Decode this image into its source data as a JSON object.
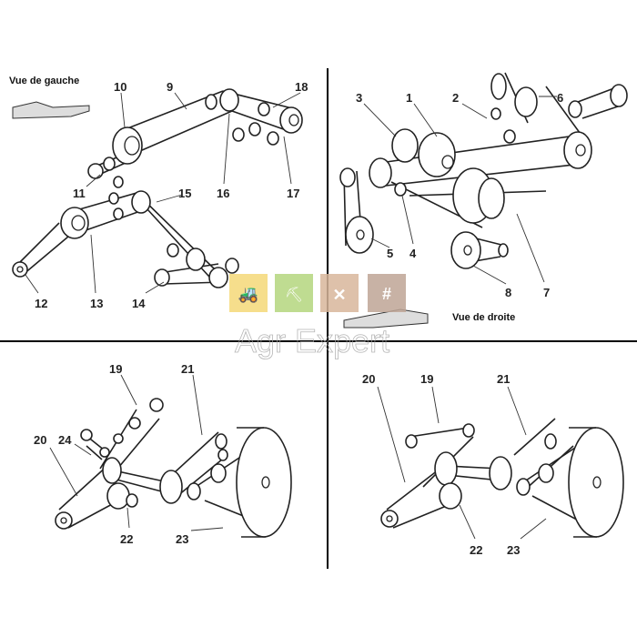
{
  "views": {
    "left": "Vue de gauche",
    "right": "Vue de droite"
  },
  "labels": {
    "top_left": [
      "10",
      "9",
      "18",
      "11",
      "15",
      "16",
      "17",
      "12",
      "13",
      "14"
    ],
    "top_right": [
      "3",
      "1",
      "2",
      "6",
      "5",
      "4",
      "8",
      "7"
    ],
    "bottom_left": [
      "19",
      "21",
      "20",
      "24",
      "22",
      "23"
    ],
    "bottom_right": [
      "20",
      "19",
      "21",
      "22",
      "23"
    ]
  },
  "watermark": {
    "text": "Agr Expert",
    "tile_colors": [
      "#f5d978",
      "#b5d67e",
      "#d9b79c",
      "#bfa596"
    ],
    "tile_icons": [
      "tractor-icon",
      "wheelbarrow-icon",
      "tools-icon",
      "fence-icon"
    ]
  }
}
